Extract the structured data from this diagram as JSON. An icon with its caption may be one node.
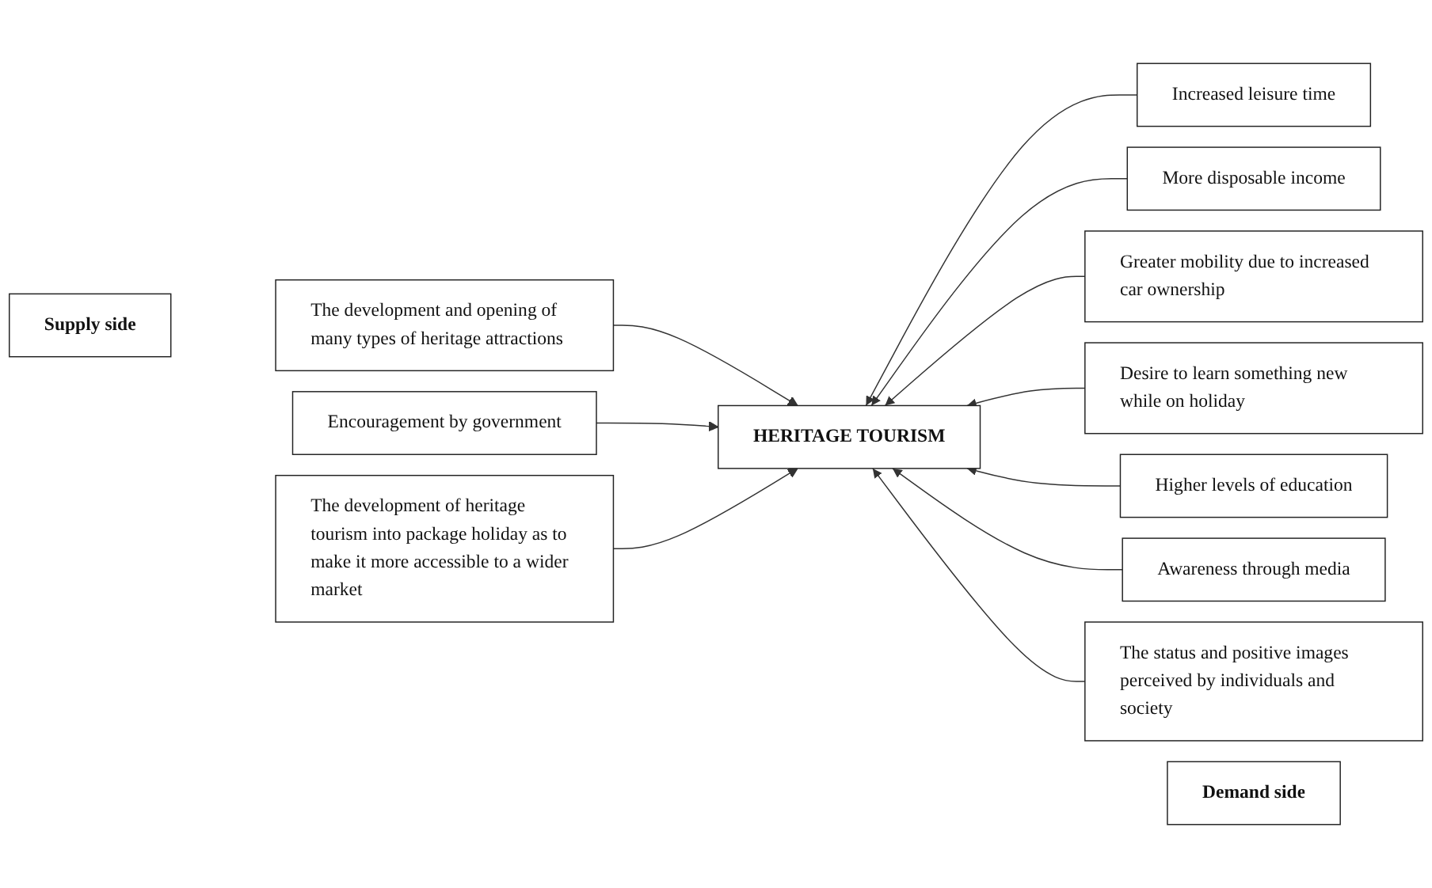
{
  "diagram": {
    "nodes": [
      {
        "text": [
          "Supply side"
        ]
      },
      {
        "text": [
          "Demand side"
        ]
      },
      {
        "text": [
          "Increased leisure time"
        ]
      },
      {
        "text": [
          "More disposable income"
        ]
      },
      {
        "text": [
          "The development and opening of many types of heritage attractions"
        ]
      },
      {
        "text": [
          "Greater mobility due to increased car ownership"
        ]
      },
      {
        "text": [
          "HERITAGE TOURISM"
        ]
      },
      {
        "text": [
          "Encouragement by government"
        ]
      },
      {
        "text": [
          "Desire to learn something new while on holiday"
        ]
      },
      {
        "text": [
          "Higher levels of education"
        ]
      },
      {
        "text": [
          "The development of heritage tourism into package holiday as to make it more accessible to a wider market"
        ]
      },
      {
        "text": [
          "Awareness through media"
        ]
      },
      {
        "text": [
          "The status and positive images perceived by individuals and society"
        ]
      }
    ],
    "edges": [
      {
        "from": 4,
        "to": 6,
        "arrow": "to"
      },
      {
        "from": 7,
        "to": 6,
        "arrow": "to"
      },
      {
        "from": 10,
        "to": 6,
        "arrow": "to"
      },
      {
        "from": 2,
        "to": 6,
        "arrow": "to"
      },
      {
        "from": 3,
        "to": 6,
        "arrow": "to"
      },
      {
        "from": 5,
        "to": 6,
        "arrow": "to"
      },
      {
        "from": 8,
        "to": 6,
        "arrow": "to"
      },
      {
        "from": 9,
        "to": 6,
        "arrow": "to"
      },
      {
        "from": 11,
        "to": 6,
        "arrow": "to"
      },
      {
        "from": 12,
        "to": 6,
        "arrow": "to"
      }
    ]
  }
}
